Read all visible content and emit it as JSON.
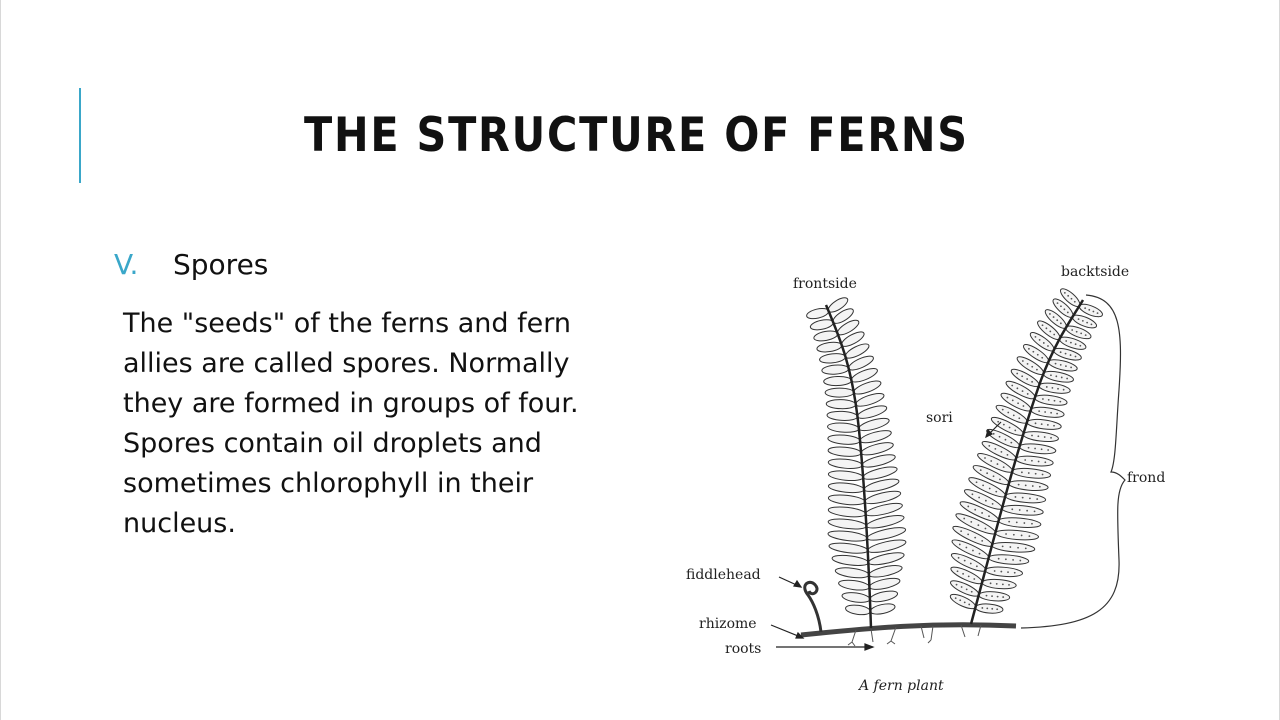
{
  "slide": {
    "title": "THE STRUCTURE OF FERNS",
    "bullet": {
      "marker": "V.",
      "label": "Spores"
    },
    "body_lines": [
      "The \"seeds\" of the ferns and fern",
      "allies are called spores. Normally",
      "they are formed in groups of four.",
      "Spores contain oil droplets and",
      "sometimes chlorophyll in their",
      "nucleus."
    ]
  },
  "figure": {
    "labels": {
      "frontside": "frontside",
      "backtside": "backtside",
      "sori": "sori",
      "frond": "frond",
      "fiddlehead": "fiddlehead",
      "rhizome": "rhizome",
      "roots": "roots"
    },
    "caption": "A fern plant"
  },
  "colors": {
    "accent": "#3aa7c9",
    "text": "#111111"
  }
}
